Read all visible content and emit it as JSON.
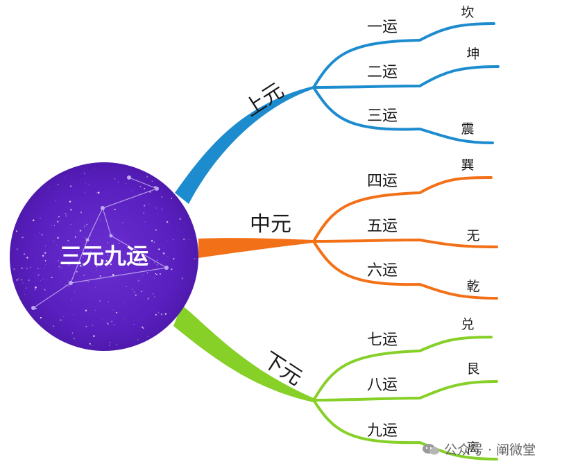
{
  "center": {
    "label": "三元九运"
  },
  "branches": [
    {
      "label": "上元",
      "color": "#1d8ccf",
      "sub": [
        {
          "label": "一运",
          "leaf": "坎"
        },
        {
          "label": "二运",
          "leaf": "坤"
        },
        {
          "label": "三运",
          "leaf": "震"
        }
      ]
    },
    {
      "label": "中元",
      "color": "#f27118",
      "sub": [
        {
          "label": "四运",
          "leaf": "巽"
        },
        {
          "label": "五运",
          "leaf": "无"
        },
        {
          "label": "六运",
          "leaf": "乾"
        }
      ]
    },
    {
      "label": "下元",
      "color": "#86d028",
      "sub": [
        {
          "label": "七运",
          "leaf": "兑"
        },
        {
          "label": "八运",
          "leaf": "艮"
        },
        {
          "label": "九运",
          "leaf": "离"
        }
      ]
    }
  ],
  "watermark": {
    "text": "公众号 · 阐微堂"
  }
}
